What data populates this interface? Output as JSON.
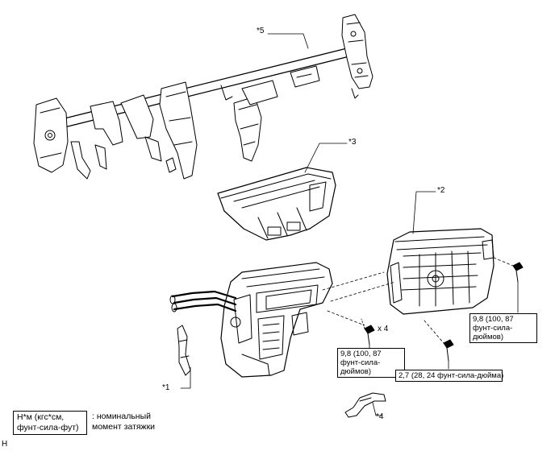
{
  "callouts": {
    "c1": "*1",
    "c2": "*2",
    "c3": "*3",
    "c4": "*4",
    "c5": "*5"
  },
  "quantity": "x 4",
  "torque": {
    "t1": "9,8 (100, 87 фунт-сила-дюймов)",
    "t2": "9,8 (100, 87 фунт-сила-дюймов)",
    "t3": "2,7 (28, 24 фунт-сила-дюйма)"
  },
  "legend": {
    "box_line1": "Н*м (кгс*см,",
    "box_line2": "фунт-сила-фут)",
    "text_line1": ": номинальный",
    "text_line2": "момент затяжки"
  },
  "figure_code": "H",
  "colors": {
    "line": "#000000",
    "background": "#ffffff"
  }
}
